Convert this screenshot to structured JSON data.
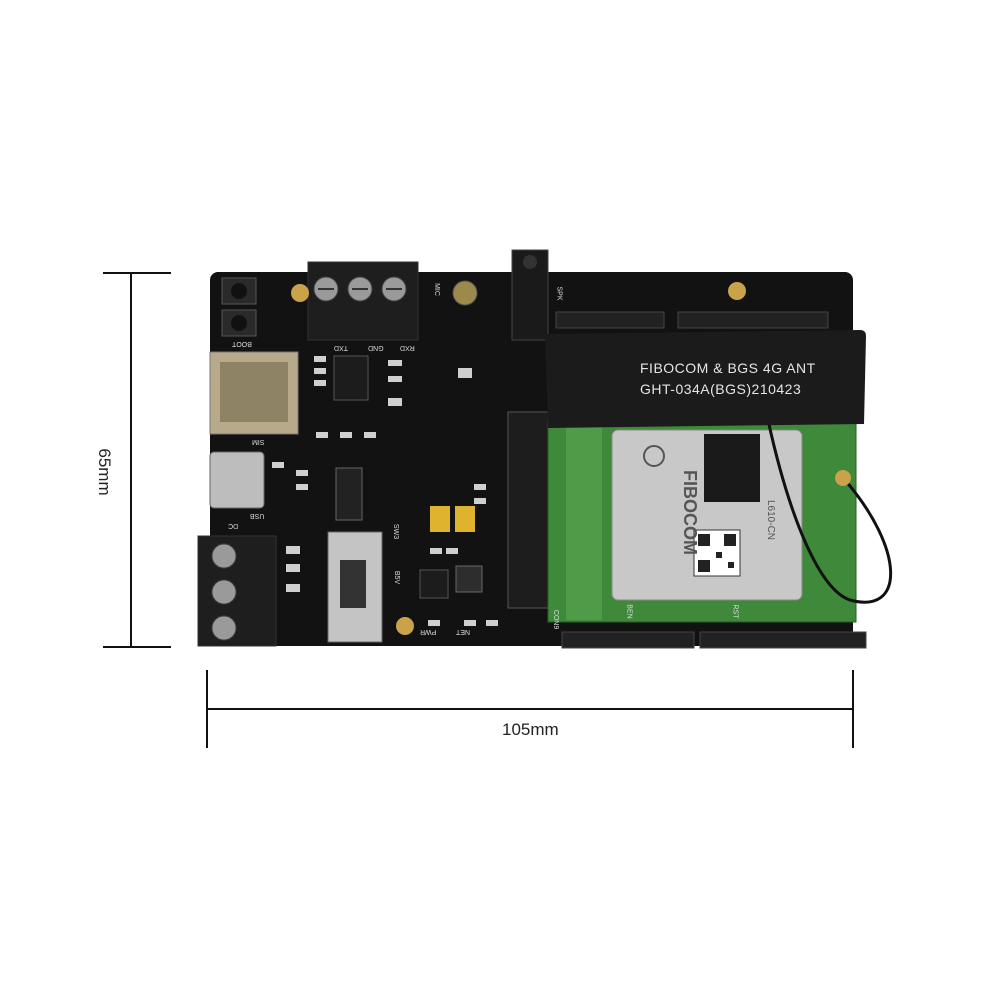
{
  "dimensions": {
    "height_label": "65mm",
    "width_label": "105mm"
  },
  "antenna": {
    "line1": "FIBOCOM & BGS 4G ANT",
    "line2": "GHT-034A(BGS)210423"
  },
  "module": {
    "brand": "FIBOCOM",
    "model": "L610-CN"
  },
  "silkscreen": {
    "boot": "BOOT",
    "mic": "MIC",
    "spk": "SPK",
    "txd": "TXD",
    "gnd": "GND",
    "rxd": "RXD",
    "sim": "SIM",
    "usb": "USB",
    "dc": "DC",
    "sw3": "SW3",
    "pwr": "PWR",
    "net": "NET",
    "con9": "CON9",
    "ben": "BEN",
    "rst": "RST",
    "b5v": "B5V"
  },
  "colors": {
    "pcb": "#121212",
    "module_green": "#3f8a3a",
    "antenna_black": "#1b1b1b"
  }
}
